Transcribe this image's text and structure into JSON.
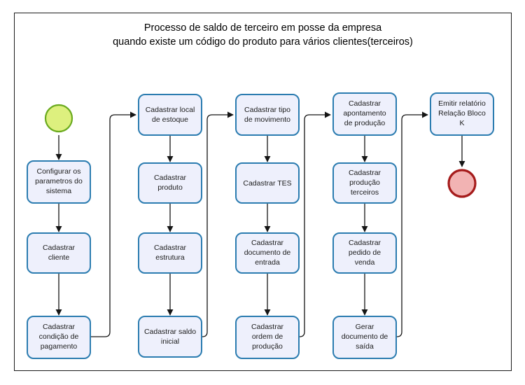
{
  "diagram": {
    "title_line1": "Processo de saldo de terceiro em posse da empresa",
    "title_line2": "quando existe um código do produto para vários clientes(terceiros)",
    "colors": {
      "node_fill": "#eef0fc",
      "node_stroke": "#2b7cb0",
      "edge": "#151515",
      "start_fill": "#ddf07e",
      "start_stroke": "#6aaa1e",
      "end_fill": "#f2b3b3",
      "end_stroke": "#a51b1b",
      "frame": "#1a1a1a",
      "text": "#1b1b1b"
    },
    "start_node": {
      "name": "start-event",
      "shape": "circle"
    },
    "end_node": {
      "name": "end-event",
      "shape": "circle"
    },
    "columns": [
      {
        "id": "col1",
        "nodes": [
          {
            "id": "n1",
            "lines": [
              "Configurar os",
              "parametros do",
              "sistema"
            ]
          },
          {
            "id": "n2",
            "lines": [
              "Cadastrar",
              "cliente"
            ]
          },
          {
            "id": "n3",
            "lines": [
              "Cadastrar",
              "condição de",
              "pagamento"
            ]
          }
        ]
      },
      {
        "id": "col2",
        "nodes": [
          {
            "id": "n4",
            "lines": [
              "Cadastrar local",
              "de estoque"
            ]
          },
          {
            "id": "n5",
            "lines": [
              "Cadastrar",
              "produto"
            ]
          },
          {
            "id": "n6",
            "lines": [
              "Cadastrar",
              "estrutura"
            ]
          },
          {
            "id": "n7",
            "lines": [
              "Cadastrar saldo",
              "inicial"
            ]
          }
        ]
      },
      {
        "id": "col3",
        "nodes": [
          {
            "id": "n8",
            "lines": [
              "Cadastrar tipo",
              "de movimento"
            ]
          },
          {
            "id": "n9",
            "lines": [
              "Cadastrar TES"
            ]
          },
          {
            "id": "n10",
            "lines": [
              "Cadastrar",
              "documento de",
              "entrada"
            ]
          },
          {
            "id": "n11",
            "lines": [
              "Cadastrar",
              "ordem de",
              "produção"
            ]
          }
        ]
      },
      {
        "id": "col4",
        "nodes": [
          {
            "id": "n12",
            "lines": [
              "Cadastrar",
              "apontamento",
              "de produção"
            ]
          },
          {
            "id": "n13",
            "lines": [
              "Cadastrar",
              "produção",
              "terceiros"
            ]
          },
          {
            "id": "n14",
            "lines": [
              "Cadastrar",
              "pedido de",
              "venda"
            ]
          },
          {
            "id": "n15",
            "lines": [
              "Gerar",
              "documento de",
              "saída"
            ]
          }
        ]
      },
      {
        "id": "col5",
        "nodes": [
          {
            "id": "n16",
            "lines": [
              "Emitir relatório",
              "Relação Bloco",
              "K"
            ]
          }
        ]
      }
    ]
  }
}
